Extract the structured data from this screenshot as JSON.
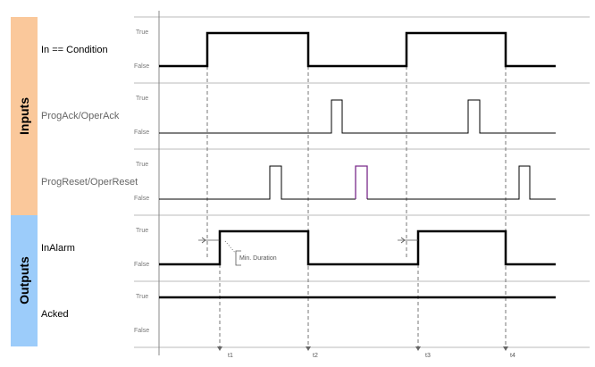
{
  "groups": {
    "inputs": "Inputs",
    "outputs": "Outputs"
  },
  "colors": {
    "inputs": "#fac89b",
    "outputs": "#9cccfa",
    "signal": "#000000",
    "purple_pulse": "#7a2a8a"
  },
  "rows": [
    {
      "label": "In == Condition",
      "true": "True",
      "false": "False"
    },
    {
      "label": "ProgAck/OperAck",
      "true": "True",
      "false": "False"
    },
    {
      "label": "ProgReset/OperReset",
      "true": "True",
      "false": "False"
    },
    {
      "label": "InAlarm",
      "true": "True",
      "false": "False"
    },
    {
      "label": "Acked",
      "true": "True",
      "false": "False"
    }
  ],
  "annotation": "Min. Duration",
  "times": [
    "t1",
    "t2",
    "t3",
    "t4"
  ]
}
